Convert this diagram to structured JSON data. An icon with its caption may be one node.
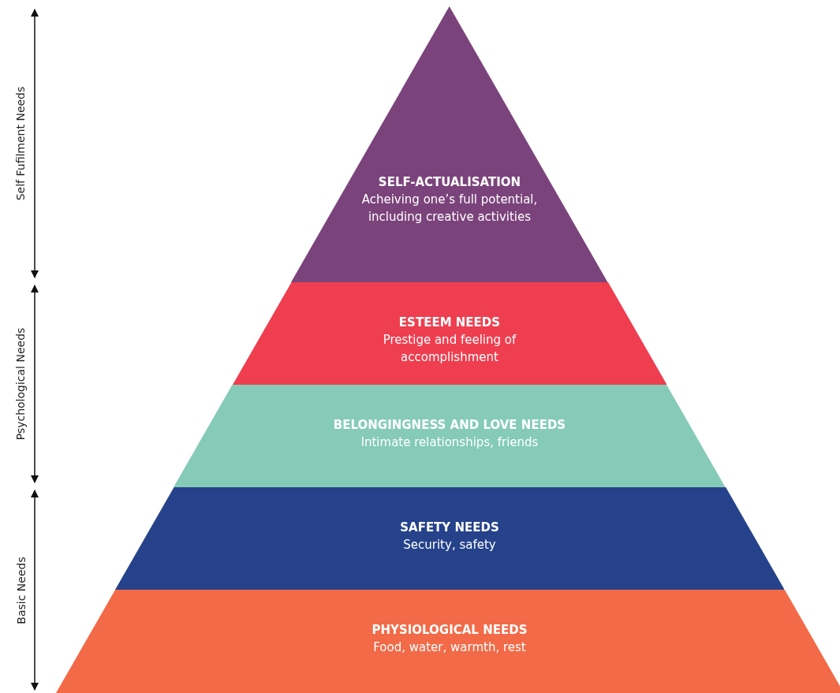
{
  "diagram": {
    "nodes": [
      {
        "text": [
          "SELF-ACTUALISATION",
          "Acheiving one’s full potential, including creative activities"
        ]
      },
      {
        "text": [
          "ESTEEM NEEDS",
          "Prestige and feeling of accomplishment"
        ]
      },
      {
        "text": [
          "BELONGINGNESS AND LOVE NEEDS",
          "Intimate relationships, friends"
        ]
      },
      {
        "text": [
          "SAFETY NEEDS",
          "Security, safety"
        ]
      },
      {
        "text": [
          "PHYSIOLOGICAL NEEDS",
          "Food, water, warmth, rest"
        ]
      }
    ],
    "edges": [],
    "labels": [
      "Self Fufilment Needs",
      "Psychological Needs",
      "Basic Needs"
    ]
  }
}
